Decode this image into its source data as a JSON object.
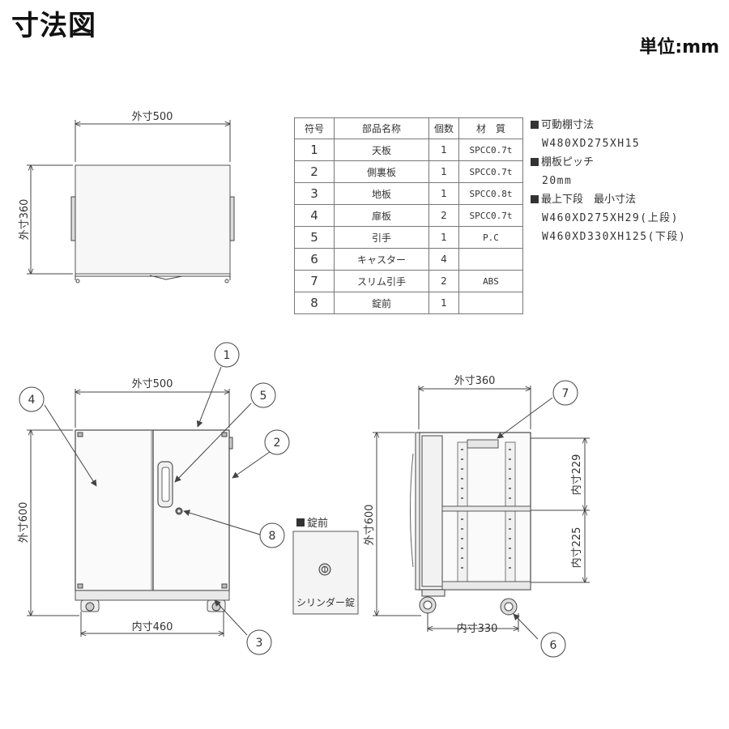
{
  "title": "寸法図",
  "unit": "単位:mm",
  "parts_table": {
    "headers": [
      "符号",
      "部品名称",
      "個数",
      "材　質"
    ],
    "rows": [
      {
        "no": "1",
        "name": "天板",
        "qty": "1",
        "material": "SPCC0.7t"
      },
      {
        "no": "2",
        "name": "側裏板",
        "qty": "1",
        "material": "SPCC0.7t"
      },
      {
        "no": "3",
        "name": "地板",
        "qty": "1",
        "material": "SPCC0.8t"
      },
      {
        "no": "4",
        "name": "扉板",
        "qty": "2",
        "material": "SPCC0.7t"
      },
      {
        "no": "5",
        "name": "引手",
        "qty": "1",
        "material": "P.C"
      },
      {
        "no": "6",
        "name": "キャスター",
        "qty": "4",
        "material": ""
      },
      {
        "no": "7",
        "name": "スリム引手",
        "qty": "2",
        "material": "ABS"
      },
      {
        "no": "8",
        "name": "錠前",
        "qty": "1",
        "material": ""
      }
    ]
  },
  "notes": [
    {
      "head": "可動棚寸法",
      "values": [
        "W480XD275XH15"
      ]
    },
    {
      "head": "棚板ピッチ",
      "values": [
        "20mm"
      ]
    },
    {
      "head": "最上下段　最小寸法",
      "values": [
        "W460XD275XH29(上段)",
        "W460XD330XH125(下段)"
      ]
    }
  ],
  "top_view": {
    "width_label": "外寸500",
    "depth_label": "外寸360"
  },
  "front_view": {
    "width_label": "外寸500",
    "height_label": "外寸600",
    "inner_width_label": "内寸460"
  },
  "side_view": {
    "depth_label": "外寸360",
    "height_label": "外寸600",
    "inner_depth_label": "内寸330",
    "inner_upper_label": "内寸229",
    "inner_lower_label": "内寸225"
  },
  "lock_detail": {
    "head": "錠前",
    "caption": "シリンダー錠"
  },
  "callouts": [
    "1",
    "2",
    "3",
    "4",
    "5",
    "6",
    "7",
    "8"
  ],
  "colors": {
    "line": "#333333",
    "panel": "#e6e6e6",
    "edge": "#555555"
  }
}
